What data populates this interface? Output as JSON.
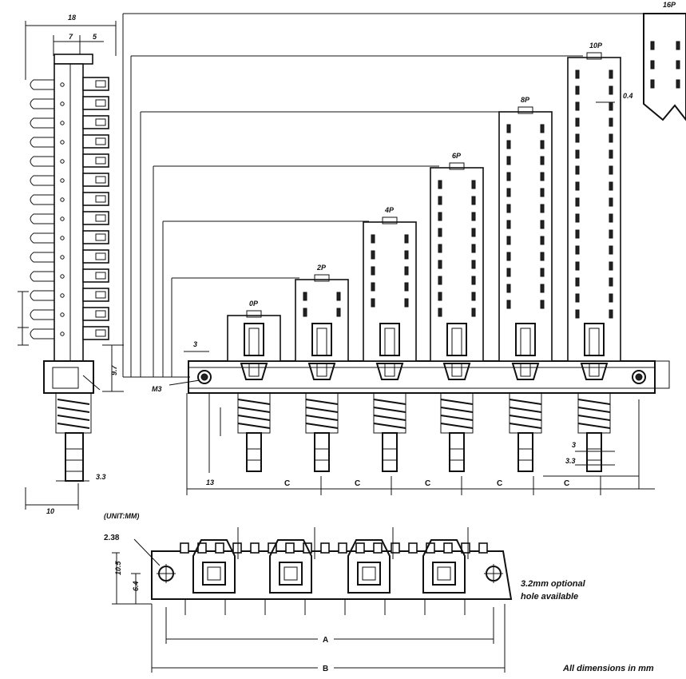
{
  "side_view": {
    "dims": {
      "overall": "18",
      "left": "7",
      "right": "5",
      "bottom_width": "10",
      "pin": "3.3",
      "height": "9.7"
    }
  },
  "front_view": {
    "mount_hole": "M3",
    "hole_offset": "3",
    "edge_offset": "13",
    "pitch": "C",
    "pin_dims": [
      "3",
      "3.3"
    ],
    "pad_dim": "0.4",
    "switch_labels": [
      "0P",
      "2P",
      "4P",
      "6P",
      "8P",
      "10P",
      "16P"
    ]
  },
  "unit_label": "(UNIT:MM)",
  "bottom_view": {
    "hole_dia": "2.38",
    "height_dim": "10.5",
    "hole_height": "6.4",
    "span_a": "A",
    "span_b": "B",
    "note_line1": "3.2mm optional",
    "note_line2": "hole available"
  },
  "footer_note": "All dimensions in mm"
}
